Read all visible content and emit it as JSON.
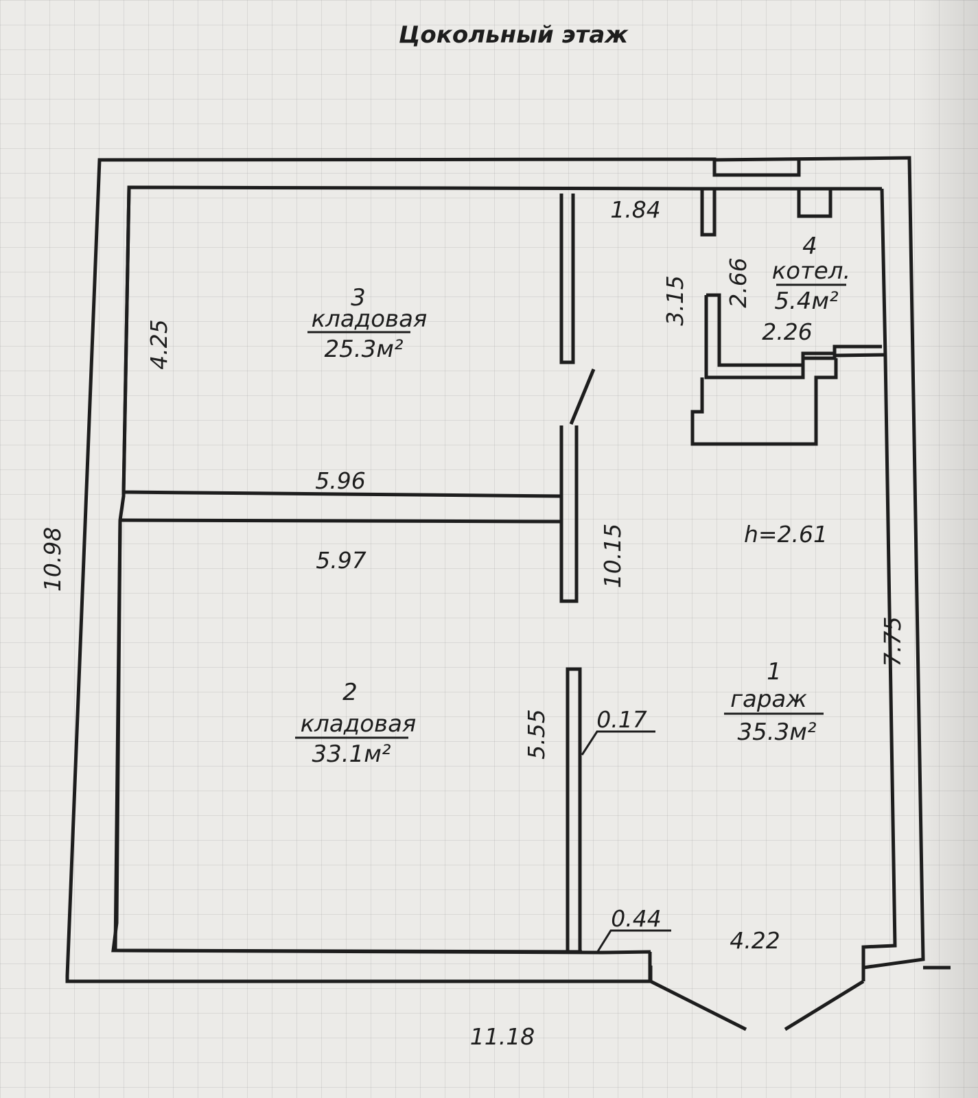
{
  "title": "Цокольный этаж",
  "rooms": [
    {
      "number": "1",
      "name": "гараж",
      "area": "35.3м²"
    },
    {
      "number": "2",
      "name": "кладовая",
      "area": "33.1м²"
    },
    {
      "number": "3",
      "name": "кладовая",
      "area": "25.3м²"
    },
    {
      "number": "4",
      "name": "котел.",
      "area": "5.4м²"
    }
  ],
  "dimensions": {
    "overall_width": "11.18",
    "overall_height": "10.98",
    "room3_height": "4.25",
    "room3_width": "5.96",
    "room2_width": "5.97",
    "room2_door_wall": "5.55",
    "interior_wall_length": "10.15",
    "wall_thickness_inner": "0.17",
    "wall_thickness_outer": "0.44",
    "garage_door_width": "4.22",
    "garage_right_wall": "7.75",
    "top_corridor": "1.84",
    "corridor_height": "3.15",
    "boiler_height": "2.66",
    "boiler_width": "2.26",
    "ceiling_height": "h=2.61"
  },
  "colors": {
    "line": "#1d1d1d",
    "paper": "#ecebe8"
  }
}
